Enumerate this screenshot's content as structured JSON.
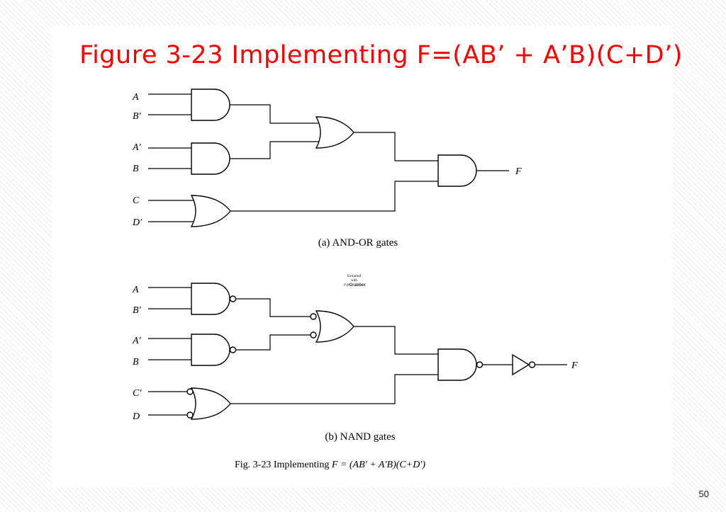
{
  "slide": {
    "title": "Figure 3-23 Implementing F=(AB’ + A’B)(C+D’)",
    "number": "50"
  },
  "diagram_a": {
    "inputs": [
      "A",
      "B′",
      "A′",
      "B",
      "C",
      "D′"
    ],
    "output": "F",
    "caption": "(a) AND-OR gates"
  },
  "diagram_b": {
    "inputs": [
      "A",
      "B′",
      "A′",
      "B",
      "C′",
      "D"
    ],
    "output": "F",
    "caption": "(b) NAND gates"
  },
  "figure_caption": {
    "prefix": "Fig. 3-23  Implementing ",
    "formula": "F = (AB′ + A′B)(C+D′)"
  },
  "watermark": {
    "line1": "Extracted",
    "line2": "with",
    "brand_light": "Pdf",
    "brand_bold": "Grabber"
  }
}
